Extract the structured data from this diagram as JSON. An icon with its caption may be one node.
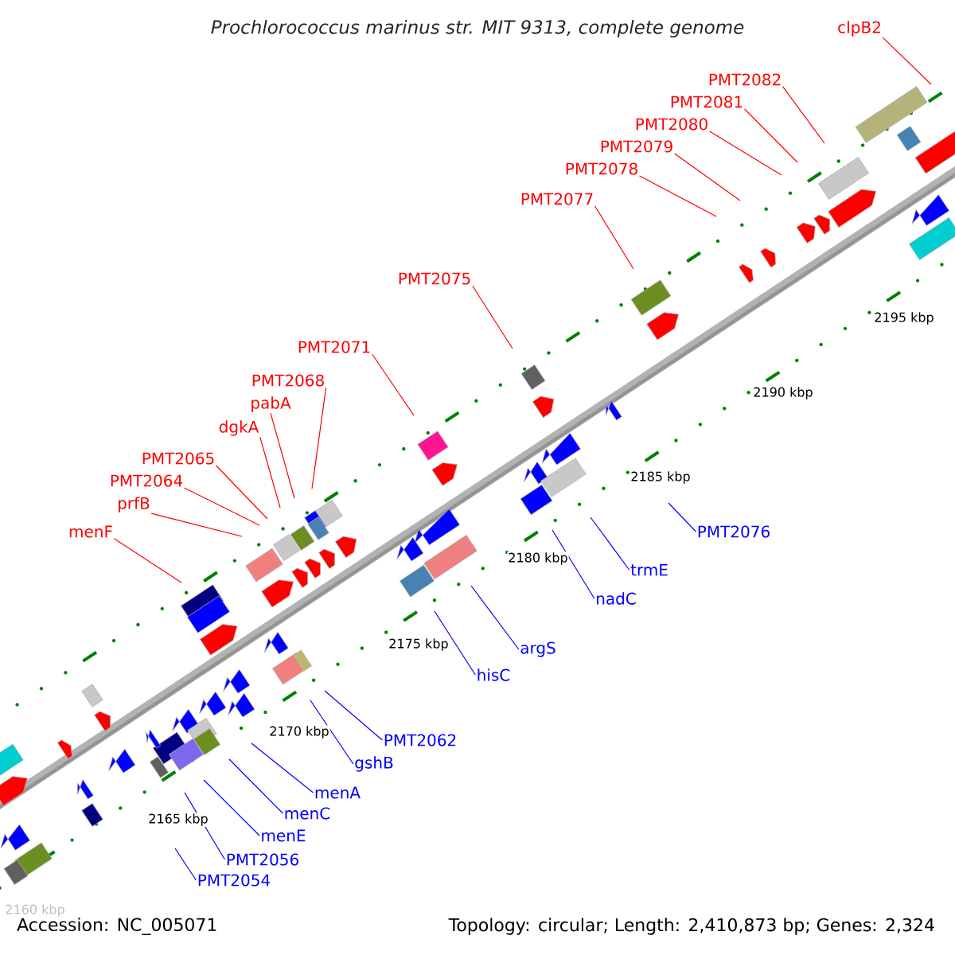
{
  "diagram": {
    "title": "Prochlorococcus marinus str. MIT 9313, complete genome",
    "nodes": [
      {
        "text": [
          "clpB2"
        ]
      },
      {
        "text": [
          "PMT2082"
        ]
      },
      {
        "text": [
          "PMT2081"
        ]
      },
      {
        "text": [
          "PMT2080"
        ]
      },
      {
        "text": [
          "PMT2079"
        ]
      },
      {
        "text": [
          "PMT2078"
        ]
      },
      {
        "text": [
          "PMT2077"
        ]
      },
      {
        "text": [
          "PMT2075"
        ]
      },
      {
        "text": [
          "PMT2071"
        ]
      },
      {
        "text": [
          "PMT2068"
        ]
      },
      {
        "text": [
          "pabA"
        ]
      },
      {
        "text": [
          "dgkA"
        ]
      },
      {
        "text": [
          "PMT2065"
        ]
      },
      {
        "text": [
          "PMT2064"
        ]
      },
      {
        "text": [
          "prfB"
        ]
      },
      {
        "text": [
          "PMT2076"
        ]
      },
      {
        "text": [
          "menF"
        ]
      },
      {
        "text": [
          "trmE"
        ]
      },
      {
        "text": [
          "nadC"
        ]
      },
      {
        "text": [
          "argS"
        ]
      },
      {
        "text": [
          "hisC"
        ]
      },
      {
        "text": [
          "PMT2062"
        ]
      },
      {
        "text": [
          "gshB"
        ]
      },
      {
        "text": [
          "menA"
        ]
      },
      {
        "text": [
          "menC"
        ]
      },
      {
        "text": [
          "menE"
        ]
      },
      {
        "text": [
          "PMT2056"
        ]
      },
      {
        "text": [
          "PMT2054"
        ]
      }
    ],
    "edges": [
      {
        "from": 0,
        "to": null,
        "arrow": "none"
      },
      {
        "from": 1,
        "to": null,
        "arrow": "none"
      },
      {
        "from": 2,
        "to": null,
        "arrow": "none"
      },
      {
        "from": 3,
        "to": null,
        "arrow": "none"
      },
      {
        "from": 4,
        "to": null,
        "arrow": "none"
      },
      {
        "from": 5,
        "to": null,
        "arrow": "none"
      },
      {
        "from": 6,
        "to": null,
        "arrow": "none"
      },
      {
        "from": 7,
        "to": null,
        "arrow": "none"
      },
      {
        "from": 8,
        "to": null,
        "arrow": "none"
      },
      {
        "from": 9,
        "to": null,
        "arrow": "none"
      },
      {
        "from": 10,
        "to": null,
        "arrow": "none"
      },
      {
        "from": 11,
        "to": null,
        "arrow": "none"
      },
      {
        "from": 12,
        "to": null,
        "arrow": "none"
      },
      {
        "from": 13,
        "to": null,
        "arrow": "none"
      },
      {
        "from": 14,
        "to": null,
        "arrow": "none"
      },
      {
        "from": 15,
        "to": null,
        "arrow": "none",
        "color": "#0000ff"
      },
      {
        "from": 16,
        "to": null,
        "arrow": "none"
      },
      {
        "from": 17,
        "to": null,
        "arrow": "none",
        "color": "#0000ff"
      },
      {
        "from": 18,
        "to": null,
        "arrow": "none",
        "color": "#0000ff"
      },
      {
        "from": 19,
        "to": null,
        "arrow": "none",
        "color": "#0000ff"
      },
      {
        "from": 20,
        "to": null,
        "arrow": "none",
        "color": "#0000ff"
      },
      {
        "from": 21,
        "to": null,
        "arrow": "none",
        "color": "#0000ff"
      },
      {
        "from": 22,
        "to": null,
        "arrow": "none",
        "color": "#0000ff"
      },
      {
        "from": 23,
        "to": null,
        "arrow": "none",
        "color": "#0000ff"
      },
      {
        "from": 24,
        "to": null,
        "arrow": "none",
        "color": "#0000ff"
      },
      {
        "from": 25,
        "to": null,
        "arrow": "none",
        "color": "#0000ff"
      },
      {
        "from": 26,
        "to": null,
        "arrow": "none",
        "color": "#0000ff"
      },
      {
        "from": 27,
        "to": null,
        "arrow": "none",
        "color": "#0000ff"
      }
    ],
    "labels": [
      "2195 kbp",
      "2190 kbp",
      "2185 kbp",
      "2180 kbp",
      "2175 kbp",
      "2170 kbp",
      "2165 kbp",
      "2160 kbp",
      "Accession: NC_005071",
      "Topology: circular; Length: 2,410,873 bp; Genes: 2,324"
    ]
  }
}
